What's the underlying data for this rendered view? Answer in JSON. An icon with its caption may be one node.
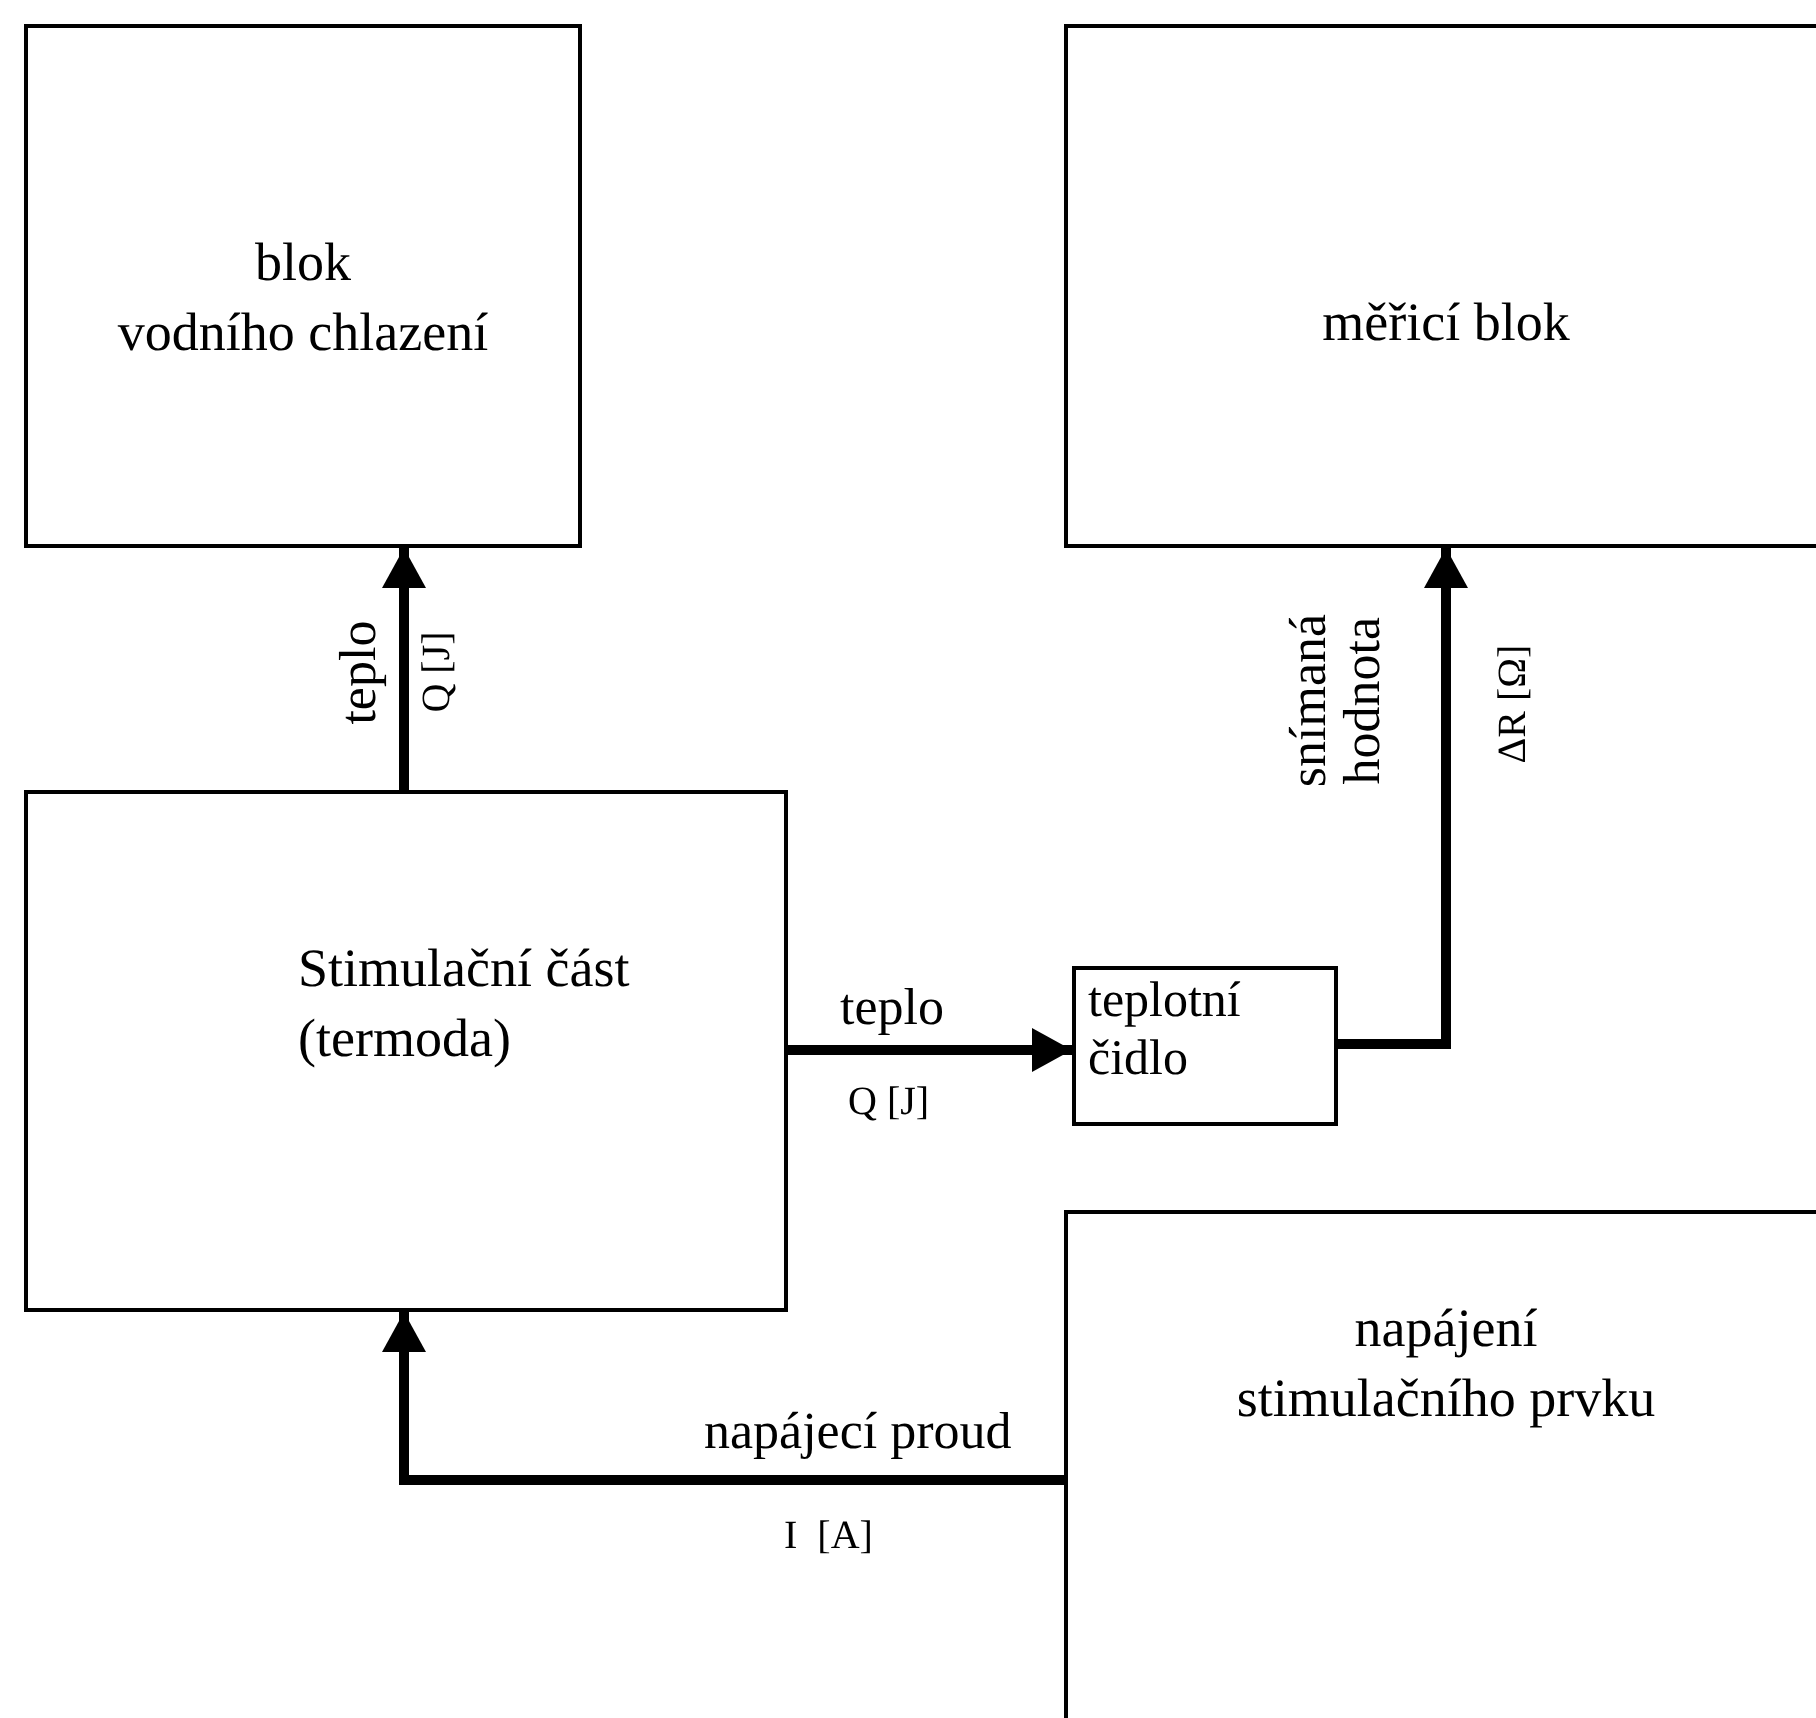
{
  "diagram": {
    "nodes": [
      {
        "text": [
          "blok",
          "vodního chlazení"
        ]
      },
      {
        "text": [
          "měřicí blok"
        ]
      },
      {
        "text": [
          "Stimulační část (termoda)"
        ]
      },
      {
        "text": [
          "teplotní čidlo"
        ]
      },
      {
        "text": [
          "napájení stimulačního prvku"
        ]
      }
    ],
    "edges": [
      {
        "from": 2,
        "to": 0,
        "arrow": "to",
        "label": "teplo"
      },
      {
        "from": 2,
        "to": 3,
        "arrow": "to",
        "label": "teplo"
      },
      {
        "from": 3,
        "to": 1,
        "arrow": "to",
        "label": "snímaná hodnota"
      },
      {
        "from": 4,
        "to": 2,
        "arrow": "to",
        "label": "napájecí proud"
      }
    ],
    "labels": [
      "Q [J]",
      "Q [J]",
      "ΔR [Ω]",
      "I  [A]"
    ]
  }
}
